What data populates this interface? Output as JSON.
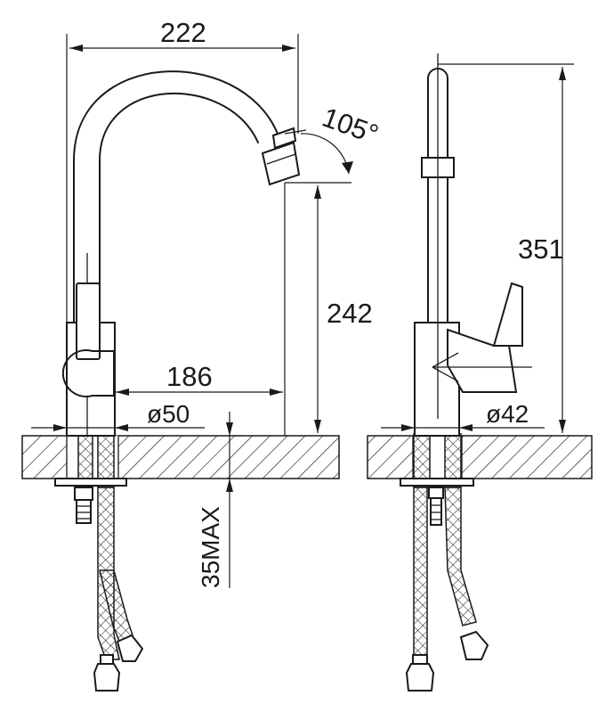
{
  "dimensions": {
    "total_width": "222",
    "spout_height": "242",
    "spout_reach": "186",
    "left_base_diameter": "ø50",
    "max_counter_thickness": "35MAX",
    "swivel_angle": "105°",
    "total_height": "351",
    "right_base_diameter": "ø42"
  },
  "colors": {
    "line": "#1a1a1a",
    "background": "#ffffff"
  }
}
